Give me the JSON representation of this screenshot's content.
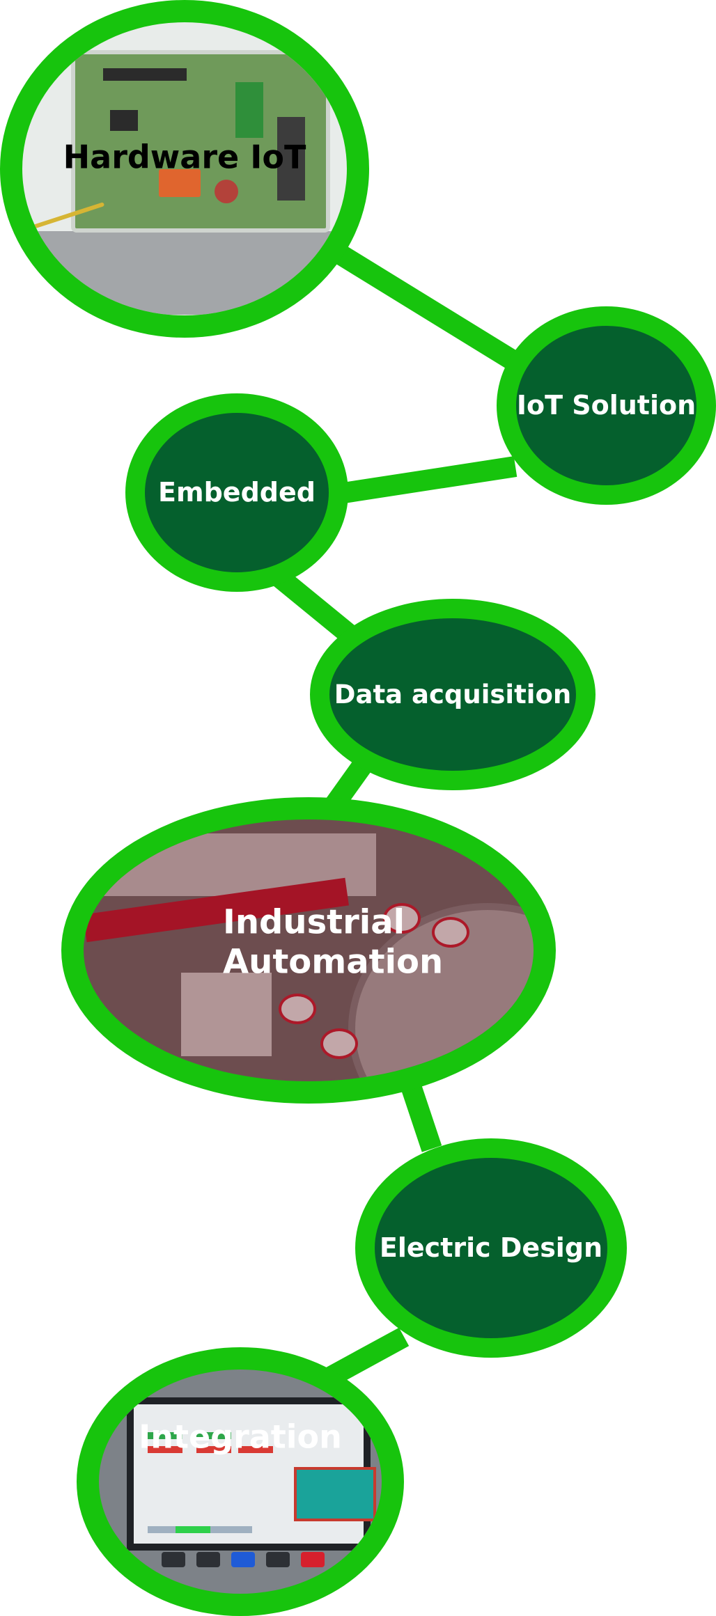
{
  "diagram": {
    "colors": {
      "ring": "#17c40d",
      "node_fill": "#05602d",
      "label": "#ffffff",
      "dark_label": "#000000"
    },
    "nodes": [
      {
        "id": "hardware-iot",
        "label": "Hardware IoT",
        "style": "photo",
        "photo": "circuit board in enclosure"
      },
      {
        "id": "iot-solution",
        "label": "IoT Solution",
        "style": "solid"
      },
      {
        "id": "embedded",
        "label": "Embedded",
        "style": "solid"
      },
      {
        "id": "data-acquisition",
        "label": "Data acquisition",
        "style": "solid"
      },
      {
        "id": "industrial-automation",
        "label": "Industrial Automation",
        "style": "photo",
        "photo": "industrial machine parts"
      },
      {
        "id": "electric-design",
        "label": "Electric Design",
        "style": "solid"
      },
      {
        "id": "integration",
        "label": "Integration",
        "style": "photo",
        "photo": "HMI touch panel"
      }
    ],
    "edges": [
      [
        "hardware-iot",
        "iot-solution"
      ],
      [
        "iot-solution",
        "embedded"
      ],
      [
        "embedded",
        "data-acquisition"
      ],
      [
        "data-acquisition",
        "industrial-automation"
      ],
      [
        "industrial-automation",
        "electric-design"
      ],
      [
        "electric-design",
        "integration"
      ]
    ]
  }
}
